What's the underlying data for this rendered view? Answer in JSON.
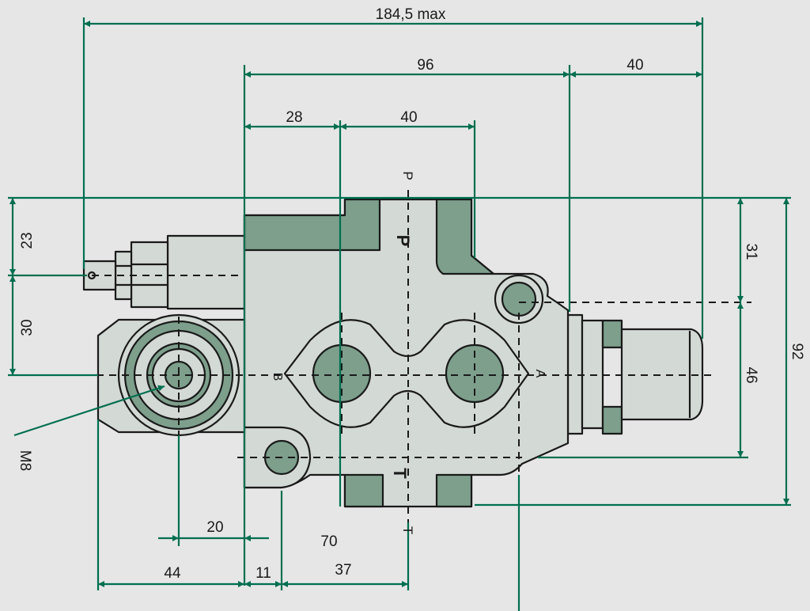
{
  "colors": {
    "background": "#e6e6e6",
    "body_fill": "#d3d9d5",
    "recess_fill": "#7d9f8c",
    "outline": "#1a1a1a",
    "dimension_line": "#006f4f"
  },
  "dimensions": {
    "overall_width": "184,5 max",
    "body_width": "96",
    "spool_length": "40",
    "port_offset": "28",
    "port_spacing": "40",
    "top_to_bolt": "23",
    "bolt_to_axis": "30",
    "top_to_mount_hole": "31",
    "mount_hole_to_bottom": "46",
    "overall_height": "92",
    "thread_label": "M8",
    "bottom_20": "20",
    "bottom_70": "70",
    "bottom_44": "44",
    "bottom_11": "11",
    "bottom_37": "37"
  },
  "ports": {
    "p_top": "P",
    "p_body": "P",
    "t_body": "T",
    "t_bottom": "T",
    "a": "A",
    "b": "B"
  }
}
